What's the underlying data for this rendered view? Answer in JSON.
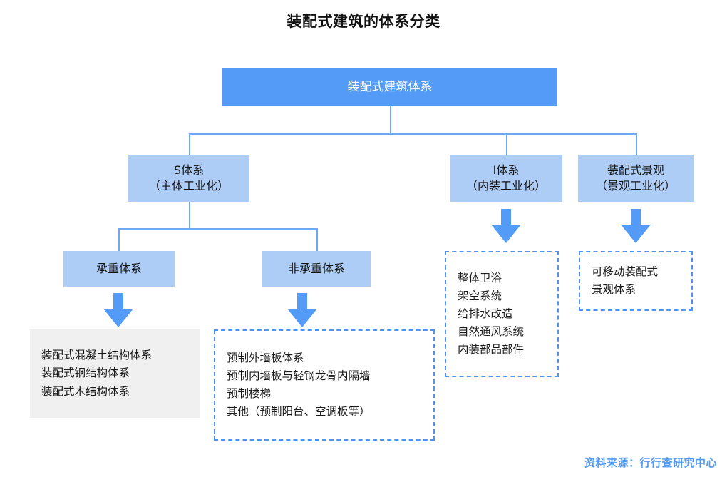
{
  "title": "装配式建筑的体系分类",
  "source": "资料来源：行行查研究中心",
  "colors": {
    "root_fill": "#539BF6",
    "node_fill": "#AECDF6",
    "connector": "#6DA9F2",
    "dashed_border": "#4D93F0",
    "gray_fill": "#F0F0F0",
    "arrow_fill": "#539BF6",
    "source_text": "#539BF6"
  },
  "root": {
    "label": "装配式建筑体系"
  },
  "level2": [
    {
      "line1": "S体系",
      "line2": "（主体工业化）"
    },
    {
      "line1": "I体系",
      "line2": "（内装工业化）"
    },
    {
      "line1": "装配式景观",
      "line2": "（景观工业化）"
    }
  ],
  "level3": [
    {
      "label": "承重体系"
    },
    {
      "label": "非承重体系"
    }
  ],
  "panels": {
    "bearing": {
      "style": "gray",
      "rows": [
        "装配式混凝土结构体系",
        "装配式钢结构体系",
        "装配式木结构体系"
      ]
    },
    "non_bearing": {
      "style": "dashed",
      "rows": [
        "预制外墙板体系",
        "预制内墙板与轻钢龙骨内隔墙",
        "预制楼梯",
        "其他（预制阳台、空调板等）"
      ]
    },
    "interior": {
      "style": "dashed",
      "rows": [
        "整体卫浴",
        "架空系统",
        "给排水改造",
        "自然通风系统",
        "内装部品部件"
      ]
    },
    "landscape": {
      "style": "dashed",
      "rows": [
        "可移动装配式",
        "景观体系"
      ]
    }
  }
}
